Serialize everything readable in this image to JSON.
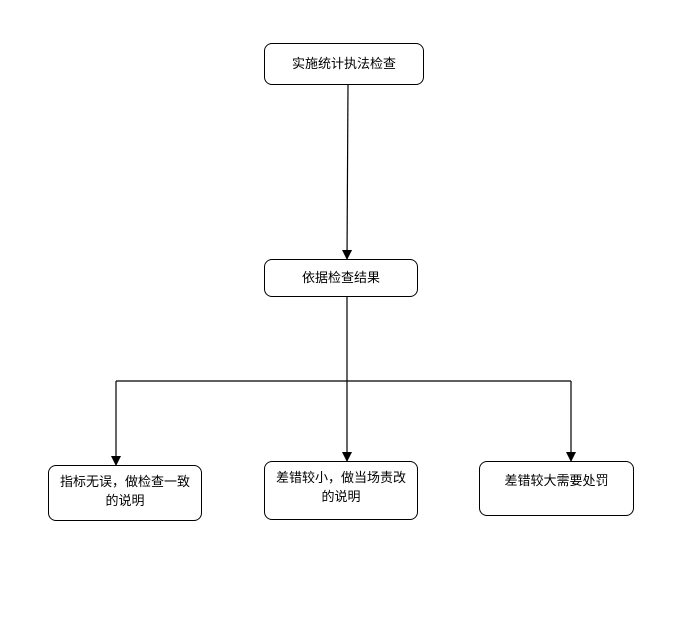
{
  "flowchart": {
    "nodes": {
      "start": "实施统计执法检查",
      "decision": "依据检查结果",
      "outcome_no_error": "指标无误，做检查一致的说明",
      "outcome_small_error": "差错较小，做当场责改的说明",
      "outcome_large_error": "差错较大需要处罚"
    }
  }
}
